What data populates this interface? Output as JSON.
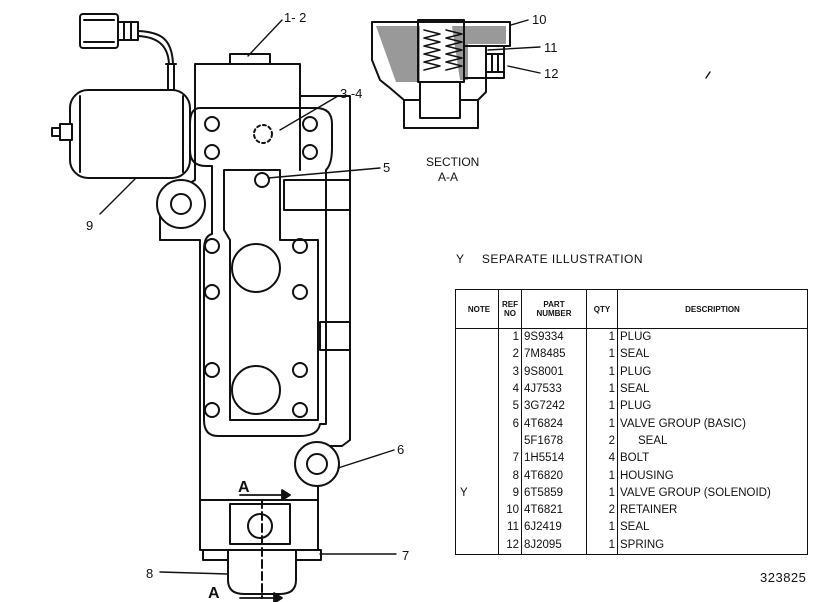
{
  "section_label": {
    "line1": "SECTION",
    "line2": "A-A"
  },
  "callouts": {
    "c1_2": "1- 2",
    "c3_4": "3 -4",
    "c5": "5",
    "c6": "6",
    "c7": "7",
    "c8": "8",
    "c9": "9",
    "c10": "10",
    "c11": "11",
    "c12": "12",
    "cut_top": "A",
    "cut_bottom": "A"
  },
  "legend": {
    "key": "Y",
    "text": "SEPARATE ILLUSTRATION"
  },
  "table": {
    "headers": {
      "note": "NOTE",
      "ref_1": "REF",
      "ref_2": "NO",
      "part_1": "PART",
      "part_2": "NUMBER",
      "qty": "QTY",
      "desc": "DESCRIPTION"
    },
    "rows": [
      {
        "note": "",
        "ref": "1",
        "part": "9S9334",
        "qty": "1",
        "desc": "PLUG"
      },
      {
        "note": "",
        "ref": "2",
        "part": "7M8485",
        "qty": "1",
        "desc": "SEAL"
      },
      {
        "note": "",
        "ref": "3",
        "part": "9S8001",
        "qty": "1",
        "desc": "PLUG"
      },
      {
        "note": "",
        "ref": "4",
        "part": "4J7533",
        "qty": "1",
        "desc": "SEAL"
      },
      {
        "note": "",
        "ref": "5",
        "part": "3G7242",
        "qty": "1",
        "desc": "PLUG"
      },
      {
        "note": "",
        "ref": "6",
        "part": "4T6824",
        "qty": "1",
        "desc": "VALVE GROUP (BASIC)"
      },
      {
        "note": "",
        "ref": "",
        "part": "5F1678",
        "qty": "2",
        "desc": "SEAL"
      },
      {
        "note": "",
        "ref": "7",
        "part": "1H5514",
        "qty": "4",
        "desc": "BOLT"
      },
      {
        "note": "",
        "ref": "8",
        "part": "4T6820",
        "qty": "1",
        "desc": "HOUSING"
      },
      {
        "note": "Y",
        "ref": "9",
        "part": "6T5859",
        "qty": "1",
        "desc": "VALVE GROUP (SOLENOID)"
      },
      {
        "note": "",
        "ref": "10",
        "part": "4T6821",
        "qty": "2",
        "desc": "RETAINER"
      },
      {
        "note": "",
        "ref": "11",
        "part": "6J2419",
        "qty": "1",
        "desc": "SEAL"
      },
      {
        "note": "",
        "ref": "12",
        "part": "8J2095",
        "qty": "1",
        "desc": "SPRING"
      }
    ]
  },
  "image_number": "323825"
}
